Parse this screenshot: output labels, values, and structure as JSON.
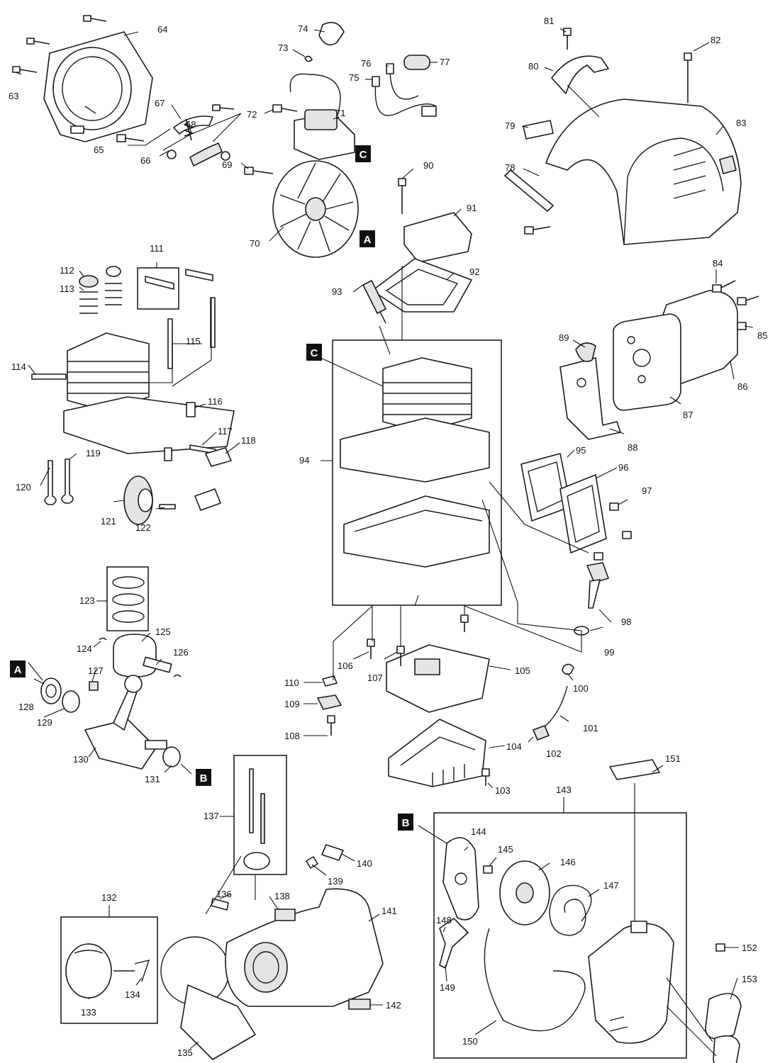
{
  "parts": [
    {
      "id": "63",
      "label": "63"
    },
    {
      "id": "64",
      "label": "64"
    },
    {
      "id": "65",
      "label": "65"
    },
    {
      "id": "66",
      "label": "66"
    },
    {
      "id": "67",
      "label": "67"
    },
    {
      "id": "68",
      "label": "68"
    },
    {
      "id": "69",
      "label": "69"
    },
    {
      "id": "70",
      "label": "70"
    },
    {
      "id": "71",
      "label": "71"
    },
    {
      "id": "72",
      "label": "72"
    },
    {
      "id": "73",
      "label": "73"
    },
    {
      "id": "74",
      "label": "74"
    },
    {
      "id": "75",
      "label": "75"
    },
    {
      "id": "76",
      "label": "76"
    },
    {
      "id": "77",
      "label": "77"
    },
    {
      "id": "78",
      "label": "78"
    },
    {
      "id": "79",
      "label": "79"
    },
    {
      "id": "80",
      "label": "80"
    },
    {
      "id": "81",
      "label": "81"
    },
    {
      "id": "82",
      "label": "82"
    },
    {
      "id": "83",
      "label": "83"
    },
    {
      "id": "84",
      "label": "84"
    },
    {
      "id": "85",
      "label": "85"
    },
    {
      "id": "86",
      "label": "86"
    },
    {
      "id": "87",
      "label": "87"
    },
    {
      "id": "88",
      "label": "88"
    },
    {
      "id": "89",
      "label": "89"
    },
    {
      "id": "90",
      "label": "90"
    },
    {
      "id": "91",
      "label": "91"
    },
    {
      "id": "92",
      "label": "92"
    },
    {
      "id": "93",
      "label": "93"
    },
    {
      "id": "94",
      "label": "94"
    },
    {
      "id": "95",
      "label": "95"
    },
    {
      "id": "96",
      "label": "96"
    },
    {
      "id": "97",
      "label": "97"
    },
    {
      "id": "98",
      "label": "98"
    },
    {
      "id": "99",
      "label": "99"
    },
    {
      "id": "100",
      "label": "100"
    },
    {
      "id": "101",
      "label": "101"
    },
    {
      "id": "102",
      "label": "102"
    },
    {
      "id": "103",
      "label": "103"
    },
    {
      "id": "104",
      "label": "104"
    },
    {
      "id": "105",
      "label": "105"
    },
    {
      "id": "106",
      "label": "106"
    },
    {
      "id": "107",
      "label": "107"
    },
    {
      "id": "108",
      "label": "108"
    },
    {
      "id": "109",
      "label": "109"
    },
    {
      "id": "110",
      "label": "110"
    },
    {
      "id": "111",
      "label": "111"
    },
    {
      "id": "112",
      "label": "112"
    },
    {
      "id": "113",
      "label": "113"
    },
    {
      "id": "114",
      "label": "114"
    },
    {
      "id": "115",
      "label": "115"
    },
    {
      "id": "116",
      "label": "116"
    },
    {
      "id": "117",
      "label": "117"
    },
    {
      "id": "118",
      "label": "118"
    },
    {
      "id": "119",
      "label": "119"
    },
    {
      "id": "120",
      "label": "120"
    },
    {
      "id": "121",
      "label": "121"
    },
    {
      "id": "122",
      "label": "122"
    },
    {
      "id": "123",
      "label": "123"
    },
    {
      "id": "124",
      "label": "124"
    },
    {
      "id": "125",
      "label": "125"
    },
    {
      "id": "126",
      "label": "126"
    },
    {
      "id": "127",
      "label": "127"
    },
    {
      "id": "128",
      "label": "128"
    },
    {
      "id": "129",
      "label": "129"
    },
    {
      "id": "130",
      "label": "130"
    },
    {
      "id": "131",
      "label": "131"
    },
    {
      "id": "132",
      "label": "132"
    },
    {
      "id": "133",
      "label": "133"
    },
    {
      "id": "134",
      "label": "134"
    },
    {
      "id": "135",
      "label": "135"
    },
    {
      "id": "136",
      "label": "136"
    },
    {
      "id": "137",
      "label": "137"
    },
    {
      "id": "138",
      "label": "138"
    },
    {
      "id": "139",
      "label": "139"
    },
    {
      "id": "140",
      "label": "140"
    },
    {
      "id": "141",
      "label": "141"
    },
    {
      "id": "142",
      "label": "142"
    },
    {
      "id": "143",
      "label": "143"
    },
    {
      "id": "144",
      "label": "144"
    },
    {
      "id": "145",
      "label": "145"
    },
    {
      "id": "146",
      "label": "146"
    },
    {
      "id": "147",
      "label": "147"
    },
    {
      "id": "148",
      "label": "148"
    },
    {
      "id": "149",
      "label": "149"
    },
    {
      "id": "150",
      "label": "150"
    },
    {
      "id": "151",
      "label": "151"
    },
    {
      "id": "152",
      "label": "152"
    },
    {
      "id": "153",
      "label": "153"
    }
  ],
  "reference_tags": [
    {
      "id": "A1",
      "letter": "A"
    },
    {
      "id": "A2",
      "letter": "A"
    },
    {
      "id": "B1",
      "letter": "B"
    },
    {
      "id": "B2",
      "letter": "B"
    },
    {
      "id": "C1",
      "letter": "C"
    },
    {
      "id": "C2",
      "letter": "C"
    }
  ]
}
